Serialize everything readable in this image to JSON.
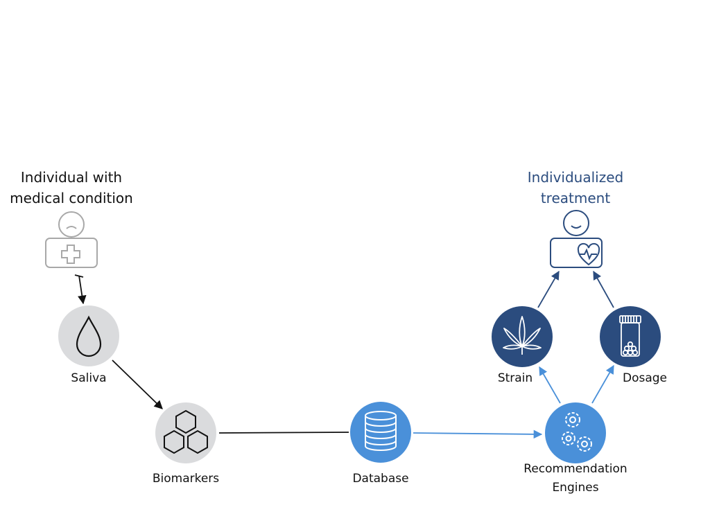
{
  "nodes": {
    "patient": {
      "label_line1": "Individual with",
      "label_line2": "medical condition"
    },
    "saliva": {
      "label": "Saliva"
    },
    "biomarkers": {
      "label": "Biomarkers"
    },
    "database": {
      "label": "Database"
    },
    "engines": {
      "label_line1": "Recommendation",
      "label_line2": "Engines"
    },
    "strain": {
      "label": "Strain"
    },
    "dosage": {
      "label": "Dosage"
    },
    "treatment": {
      "label_line1": "Individualized",
      "label_line2": "treatment"
    }
  },
  "icons": {
    "patient": "person-with-medical-cross-icon",
    "saliva": "droplet-icon",
    "biomarkers": "hexagon-cluster-icon",
    "database": "database-icon",
    "engines": "gears-icon",
    "strain": "cannabis-leaf-icon",
    "dosage": "pill-bottle-icon",
    "treatment": "person-with-heart-icon"
  },
  "colors": {
    "gray_circle": "#DADBDD",
    "blue_light": "#4A90D9",
    "blue_dark": "#2B4C7E",
    "label_blue": "#2B4C7E",
    "text": "#111111"
  }
}
